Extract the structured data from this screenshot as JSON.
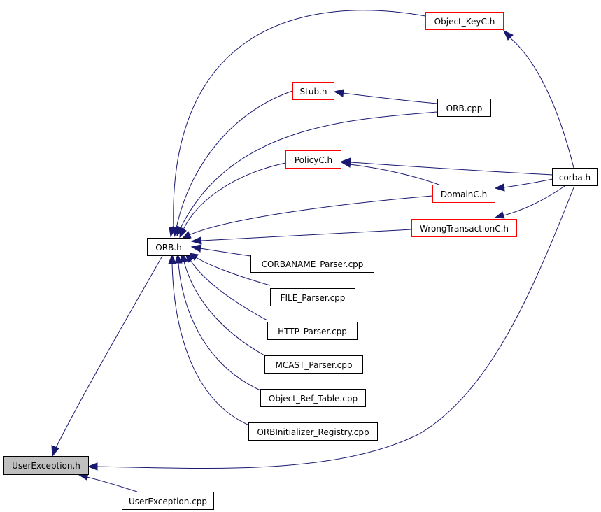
{
  "colors": {
    "edge": "#191970",
    "normal_border": "#000000",
    "incomplete_border": "#ff0000",
    "root_fill": "#bfbfbf"
  },
  "nodes": {
    "object_keyc_h": "Object_KeyC.h",
    "stub_h": "Stub.h",
    "orb_cpp": "ORB.cpp",
    "policyc_h": "PolicyC.h",
    "corba_h": "corba.h",
    "domainc_h": "DomainC.h",
    "wrongtransactionc_h": "WrongTransactionC.h",
    "orb_h": "ORB.h",
    "corbaname_parser_cpp": "CORBANAME_Parser.cpp",
    "file_parser_cpp": "FILE_Parser.cpp",
    "http_parser_cpp": "HTTP_Parser.cpp",
    "mcast_parser_cpp": "MCAST_Parser.cpp",
    "object_ref_table_cpp": "Object_Ref_Table.cpp",
    "orbinitializer_registry_cpp": "ORBInitializer_Registry.cpp",
    "userexception_h": "UserException.h",
    "userexception_cpp": "UserException.cpp"
  }
}
